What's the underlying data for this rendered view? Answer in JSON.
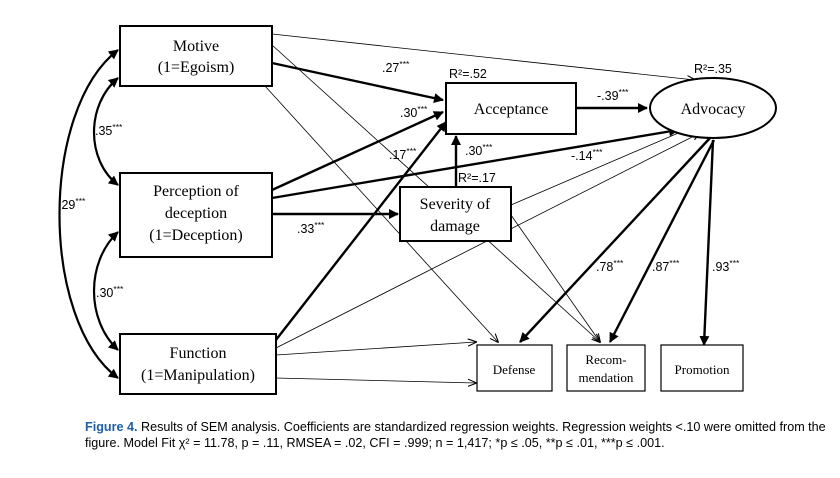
{
  "nodes": {
    "motive": {
      "line1": "Motive",
      "line2": "(1=Egoism)"
    },
    "perception": {
      "line1": "Perception of",
      "line2": "deception",
      "line3": "(1=Deception)"
    },
    "function": {
      "line1": "Function",
      "line2": "(1=Manipulation)"
    },
    "acceptance": {
      "label": "Acceptance",
      "r2": "R²=.52"
    },
    "severity": {
      "line1": "Severity of",
      "line2": "damage",
      "r2": "R²=.17"
    },
    "advocacy": {
      "label": "Advocacy",
      "r2": "R²=.35"
    },
    "defense": {
      "label": "Defense"
    },
    "recommendation": {
      "line1": "Recom-",
      "line2": "mendation"
    },
    "promotion": {
      "label": "Promotion"
    }
  },
  "coefficients": {
    "motive_acceptance": {
      "value": ".27",
      "stars": "***"
    },
    "perception_acceptance": {
      "value": ".30",
      "stars": "***"
    },
    "function_acceptance": {
      "value": ".17",
      "stars": "***"
    },
    "severity_acceptance": {
      "value": ".30",
      "stars": "***"
    },
    "acceptance_advocacy": {
      "value": "-.39",
      "stars": "***"
    },
    "perception_advocacy": {
      "value": "-.14",
      "stars": "***"
    },
    "perception_severity": {
      "value": ".33",
      "stars": "***"
    },
    "cov_motive_perception": {
      "value": ".35",
      "stars": "***"
    },
    "cov_motive_function": {
      "value": ".29",
      "stars": "***"
    },
    "cov_perception_function": {
      "value": ".30",
      "stars": "***"
    },
    "advocacy_defense": {
      "value": ".78",
      "stars": "***"
    },
    "advocacy_recommendation": {
      "value": ".87",
      "stars": "***"
    },
    "advocacy_promotion": {
      "value": ".93",
      "stars": "***"
    }
  },
  "caption": {
    "label": "Figure 4.",
    "text": " Results of SEM analysis. Coefficients are standardized regression weights. Regression weights <.10 were omitted from the figure. Model Fit χ² = 11.78, p = .11, RMSEA = .02, CFI = .999; n = 1,417; *p ≤ .05, **p ≤ .01, ***p ≤ .001."
  }
}
